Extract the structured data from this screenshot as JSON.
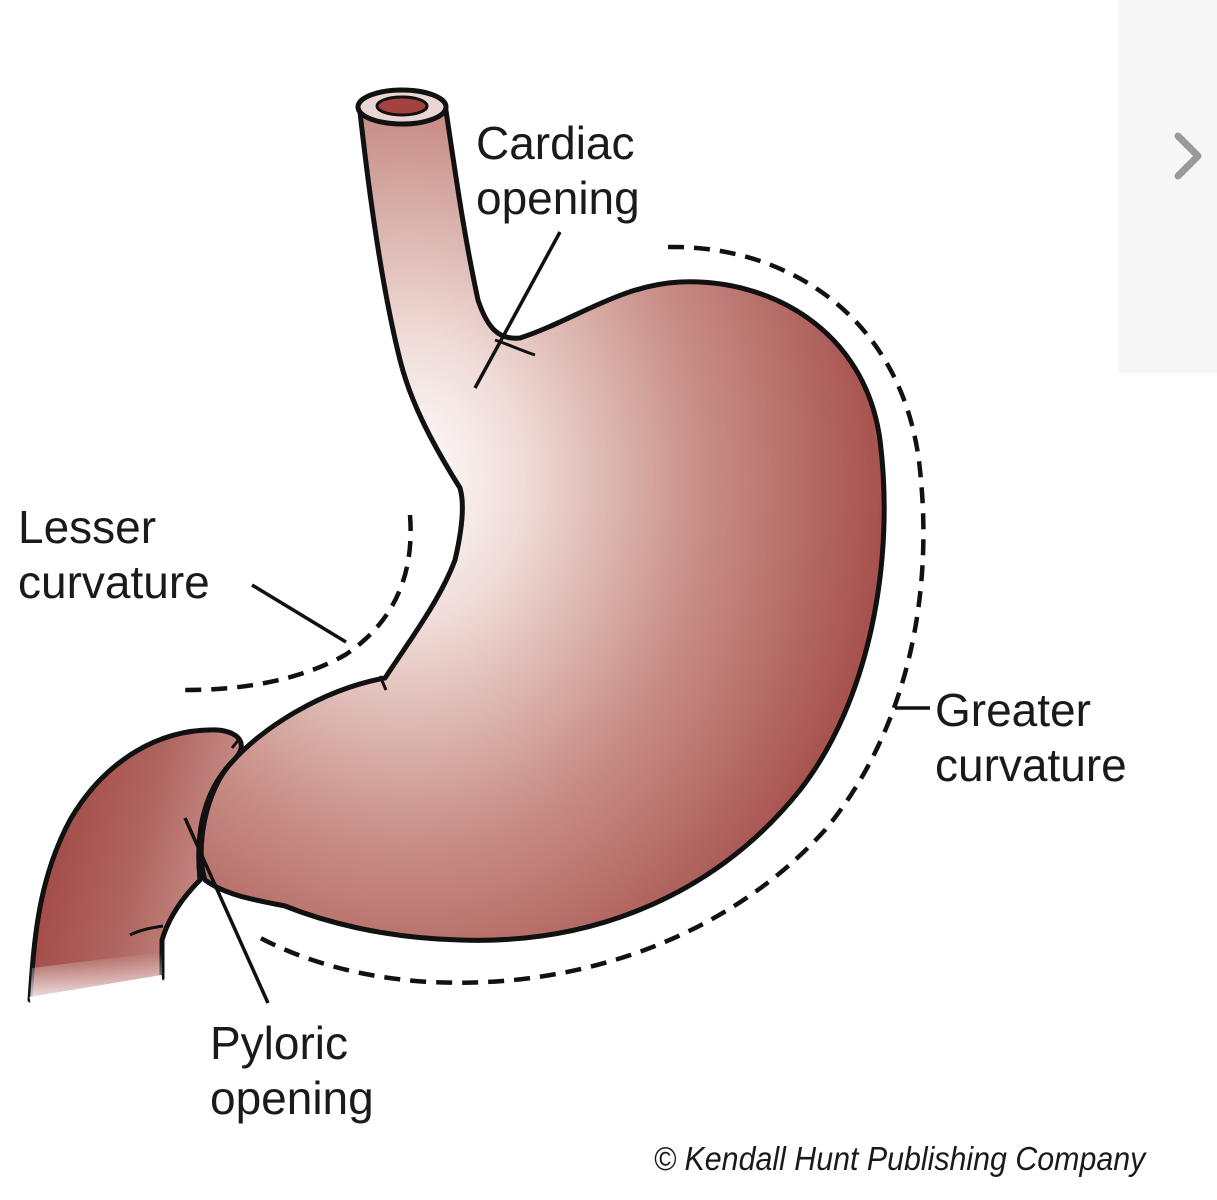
{
  "labels": {
    "cardiac_line1": "Cardiac",
    "cardiac_line2": "opening",
    "lesser_line1": "Lesser",
    "lesser_line2": "curvature",
    "greater_line1": "Greater",
    "greater_line2": "curvature",
    "pyloric_line1": "Pyloric",
    "pyloric_line2": "opening"
  },
  "credit": "© Kendall Hunt Publishing Company",
  "icons": {
    "next": "chevron-right-icon"
  },
  "colors": {
    "stomach_dark": "#9c3f3c",
    "stomach_mid": "#c07e78",
    "stomach_light": "#ffffff",
    "outline": "#111111",
    "panel": "#f6f6f6",
    "chevron": "#9a9a9a"
  }
}
